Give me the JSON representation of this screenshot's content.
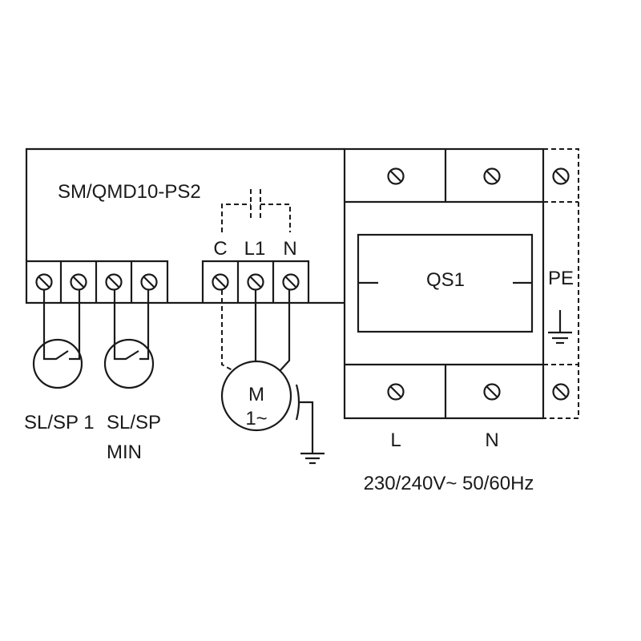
{
  "device": {
    "label": "SM/QMD10-PS2"
  },
  "motor_terminals": [
    "C",
    "L1",
    "N"
  ],
  "motor": {
    "line1": "M",
    "line2": "1~"
  },
  "sensors": [
    {
      "line1": "SL/SP 1",
      "line2": ""
    },
    {
      "line1": "SL/SP",
      "line2": "MIN"
    }
  ],
  "breaker": {
    "label": "QS1"
  },
  "earth": {
    "label": "PE"
  },
  "supply": {
    "terminals": [
      "L",
      "N"
    ],
    "spec": "230/240V~ 50/60Hz"
  },
  "colors": {
    "ink": "#1a1a1a",
    "background": "#ffffff"
  }
}
